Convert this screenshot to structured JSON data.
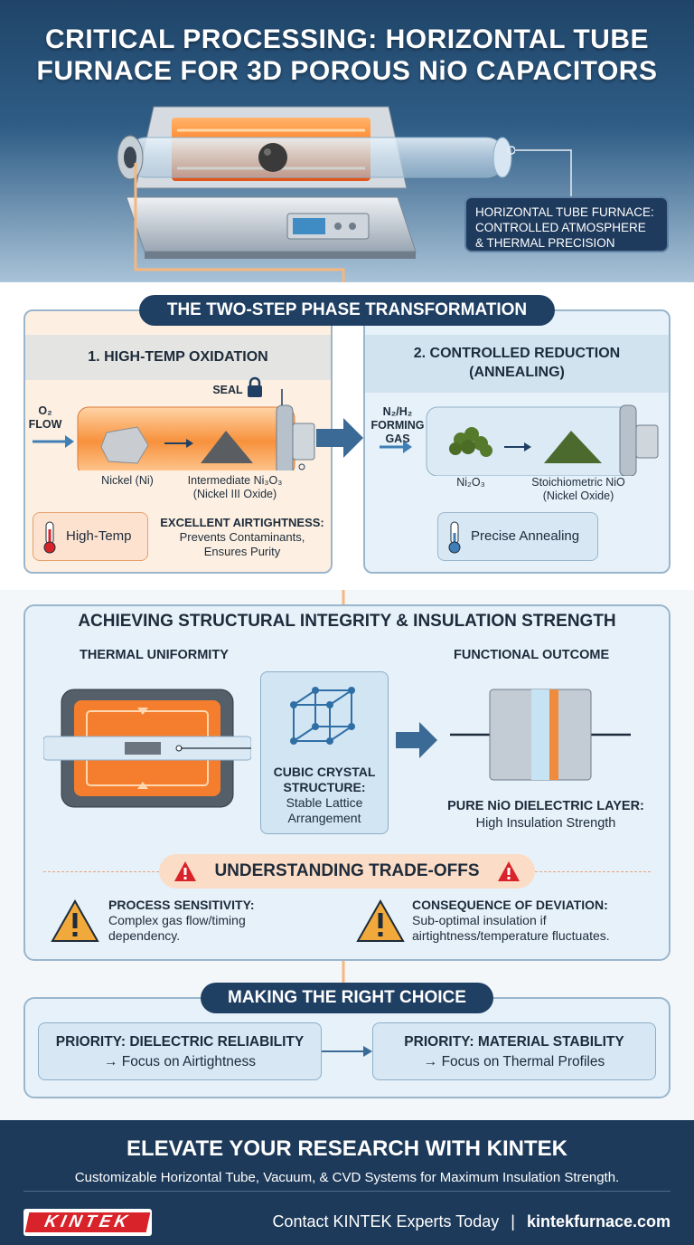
{
  "header": {
    "title_line1": "CRITICAL PROCESSING: HORIZONTAL TUBE",
    "title_line2": "FURNACE FOR 3D POROUS NiO CAPACITORS",
    "callout_line1": "HORIZONTAL TUBE FURNACE:",
    "callout_line2": "CONTROLLED ATMOSPHERE",
    "callout_line3": "& THERMAL PRECISION"
  },
  "two_step": {
    "title": "THE TWO-STEP PHASE TRANSFORMATION",
    "left": {
      "heading": "1. HIGH-TEMP OXIDATION",
      "gas_line1": "O₂",
      "gas_line2": "FLOW",
      "seal": "SEAL",
      "material1": "Nickel (Ni)",
      "material2_line1": "Intermediate Ni₃O₃",
      "material2_line2": "(Nickel III Oxide)",
      "badge": "High-Temp",
      "airtight_title": "EXCELLENT AIRTIGHTNESS:",
      "airtight_line1": "Prevents Contaminants,",
      "airtight_line2": "Ensures Purity"
    },
    "right": {
      "heading_line1": "2. CONTROLLED REDUCTION",
      "heading_line2": "(ANNEALING)",
      "gas_line1": "N₂/H₂",
      "gas_line2": "FORMING",
      "gas_line3": "GAS",
      "material1": "Ni₂O₃",
      "material2_line1": "Stoichiometric NiO",
      "material2_line2": "(Nickel Oxide)",
      "badge": "Precise Annealing"
    }
  },
  "structural": {
    "title": "ACHIEVING STRUCTURAL INTEGRITY & INSULATION STRENGTH",
    "thermal_heading": "THERMAL UNIFORMITY",
    "outcome_heading": "FUNCTIONAL OUTCOME",
    "cube_line1": "CUBIC CRYSTAL",
    "cube_line2": "STRUCTURE:",
    "cube_line3": "Stable Lattice",
    "cube_line4": "Arrangement",
    "dielectric_title": "PURE NiO DIELECTRIC LAYER:",
    "dielectric_sub": "High Insulation Strength",
    "tradeoffs_title": "UNDERSTANDING TRADE-OFFS",
    "trade1_title": "PROCESS SENSITIVITY:",
    "trade1_line1": "Complex gas flow/timing",
    "trade1_line2": "dependency.",
    "trade2_title": "CONSEQUENCE OF DEVIATION:",
    "trade2_line1": "Sub-optimal insulation if",
    "trade2_line2": "airtightness/temperature fluctuates."
  },
  "choice": {
    "title": "MAKING THE RIGHT CHOICE",
    "box1_line1": "PRIORITY: DIELECTRIC RELIABILITY",
    "box1_line2": "→ Focus on Airtightness",
    "box2_line1": "PRIORITY: MATERIAL STABILITY",
    "box2_line2": "→ Focus on Thermal Profiles"
  },
  "footer": {
    "title": "ELEVATE YOUR RESEARCH WITH KINTEK",
    "subtitle": "Customizable Horizontal Tube, Vacuum, & CVD Systems for Maximum Insulation Strength.",
    "logo": "KINTEK",
    "contact": "Contact KINTEK Experts Today",
    "separator": "|",
    "url": "kintekfurnace.com"
  },
  "colors": {
    "navy": "#1f3f63",
    "orange": "#f08a3c",
    "light_blue": "#e6f1f9",
    "warm": "#fdf0e2"
  }
}
